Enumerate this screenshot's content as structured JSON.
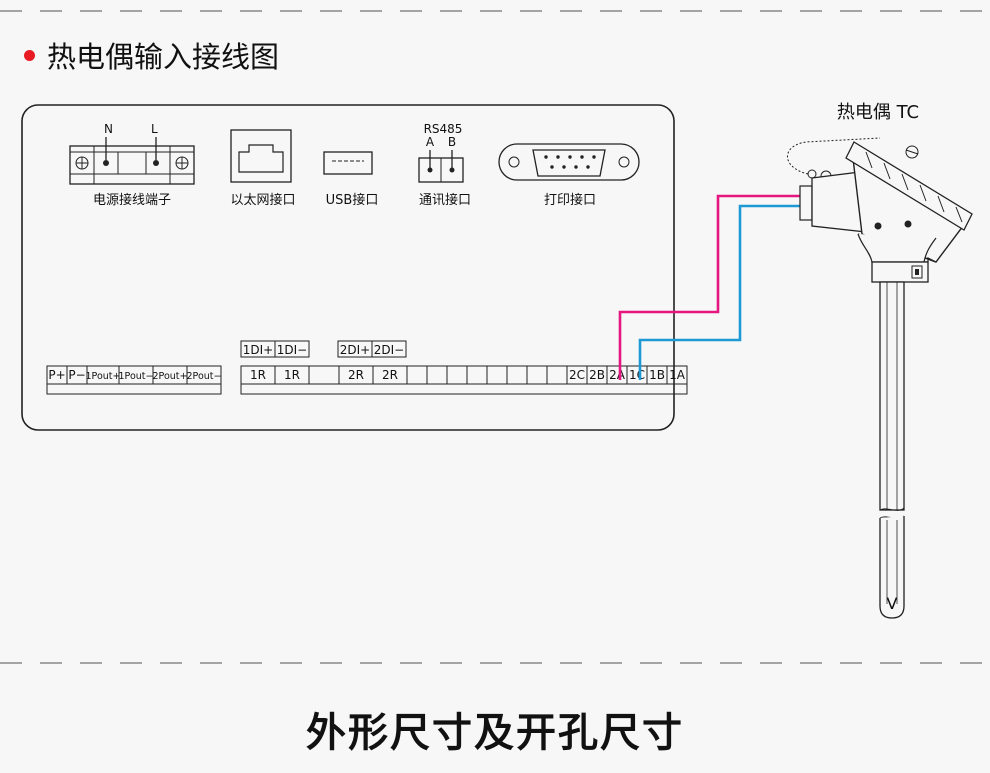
{
  "header": {
    "title": "热电偶输入接线图"
  },
  "footer": {
    "title": "外形尺寸及开孔尺寸"
  },
  "ports": {
    "power_label": "电源接线端子",
    "power_n": "N",
    "power_l": "L",
    "ethernet_label": "以太网接口",
    "usb_label": "USB接口",
    "rs485_title": "RS485",
    "rs485_a": "A",
    "rs485_b": "B",
    "comm_label": "通讯接口",
    "print_label": "打印接口"
  },
  "terminals_left": [
    "P+",
    "P−",
    "1Pout+",
    "1Pout−",
    "2Pout+",
    "2Pout−"
  ],
  "terminals_top": [
    "1DI+",
    "1DI−",
    "2DI+",
    "2DI−"
  ],
  "terminals_main": [
    "1R",
    "1R",
    "",
    "2R",
    "2R",
    "",
    "",
    "",
    "",
    "",
    "",
    "",
    "",
    "2C",
    "2B",
    "2A",
    "1C",
    "1B",
    "1A"
  ],
  "sensor": {
    "label": "热电偶 TC",
    "symbol": "V"
  },
  "colors": {
    "wire_pink": "#e5167f",
    "wire_blue": "#1d9ad6",
    "accent_red": "#e81b23"
  }
}
